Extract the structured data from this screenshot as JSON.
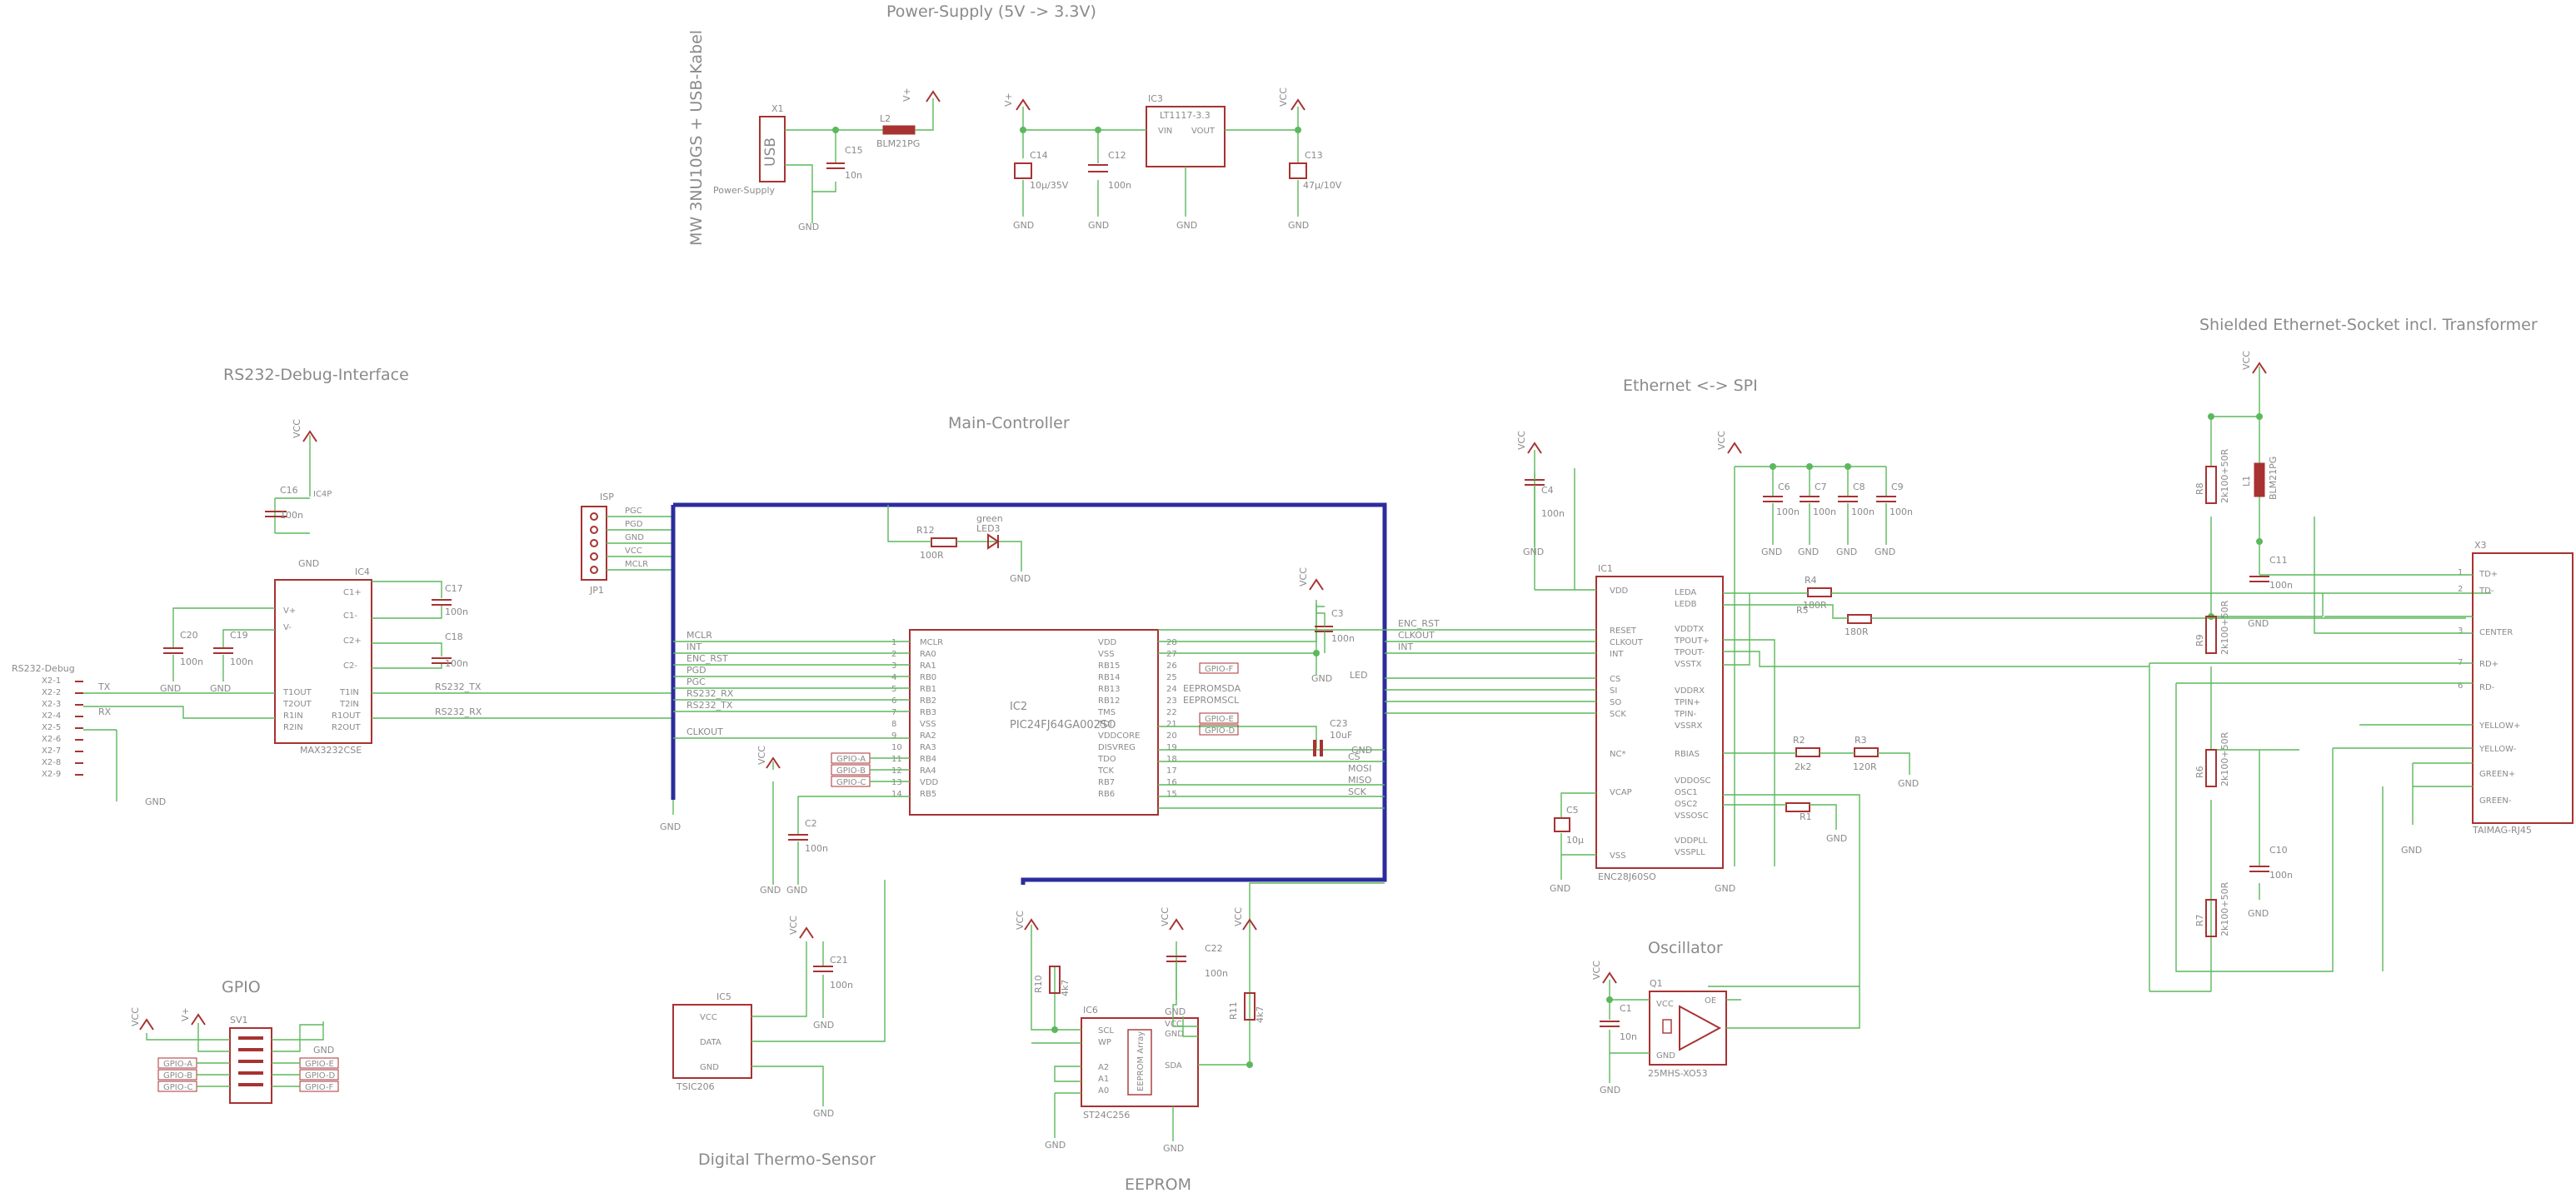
{
  "sections": {
    "power": "Power-Supply (5V -> 3.3V)",
    "rs232": "RS232-Debug-Interface",
    "main": "Main-Controller",
    "ethernet": "Ethernet <-> SPI",
    "socket": "Shielded Ethernet-Socket incl. Transformer",
    "gpio": "GPIO",
    "thermo": "Digital Thermo-Sensor",
    "eeprom": "EEPROM",
    "osc": "Oscillator",
    "usb_note": "MW 3NU10GS + USB-Kabel"
  },
  "power_parts": {
    "x1": "X1",
    "usb": "USB",
    "ps_label": "Power-Supply",
    "c15": "C15",
    "c15_val": "10n",
    "l2": "L2",
    "l2_val": "BLM21PG",
    "ic3": "IC3",
    "ic3_val": "LT1117-3.3",
    "vin": "VIN",
    "vout": "VOUT",
    "gnd_pin": "GND",
    "c14": "C14",
    "c14_val": "10µ/35V",
    "c12": "C12",
    "c12_val": "100n",
    "c13": "C13",
    "c13_val": "47µ/10V"
  },
  "rs232_parts": {
    "ic4": "IC4",
    "ic4_val": "MAX3232CSE",
    "ic4p": "IC4P",
    "c16": "C16",
    "c16_val": "100n",
    "c17": "C17",
    "c17_val": "100n",
    "c18": "C18",
    "c18_val": "100n",
    "c19": "C19",
    "c19_val": "100n",
    "c20": "C20",
    "c20_val": "100n",
    "pins_left": [
      "V+",
      "V-",
      "T1OUT",
      "T2OUT",
      "R1IN",
      "R2IN"
    ],
    "pins_right": [
      "C1+",
      "C1-",
      "C2+",
      "C2-",
      "T1IN",
      "T2IN",
      "R1OUT",
      "R2OUT"
    ],
    "net_tx": "RS232_TX",
    "net_rx": "RS232_RX",
    "conn_title": "RS232-Debug",
    "conn_pins": [
      "X2-1",
      "X2-2",
      "X2-3",
      "X2-4",
      "X2-5",
      "X2-6",
      "X2-7",
      "X2-8",
      "X2-9"
    ],
    "tx": "TX",
    "rx": "RX"
  },
  "isp": {
    "title": "ISP",
    "jp": "JP1",
    "pins": [
      "PGC",
      "PGD",
      "GND",
      "VCC",
      "MCLR"
    ]
  },
  "main_parts": {
    "ic2": "IC2",
    "ic2_val": "PIC24FJ64GA002SO",
    "left_pins": [
      "MCLR",
      "RA0",
      "RA1",
      "RB0",
      "RB1",
      "RB2",
      "RB3",
      "VSS",
      "RA2",
      "RA3",
      "RB4",
      "RA4",
      "VDD",
      "RB5"
    ],
    "left_nums": [
      "1",
      "2",
      "3",
      "4",
      "5",
      "6",
      "7",
      "8",
      "9",
      "10",
      "11",
      "12",
      "13",
      "14"
    ],
    "right_pins": [
      "VDD",
      "VSS",
      "RB15",
      "RB14",
      "RB13",
      "RB12",
      "TMS",
      "TDI",
      "VDDCORE",
      "DISVREG",
      "TDO",
      "TCK",
      "RB7",
      "RB6"
    ],
    "right_nums": [
      "28",
      "27",
      "26",
      "25",
      "24",
      "23",
      "22",
      "21",
      "20",
      "19",
      "18",
      "17",
      "16",
      "15"
    ],
    "left_nets": [
      "MCLR",
      "INT",
      "ENC_RST",
      "PGD",
      "PGC",
      "RS232_RX",
      "RS232_TX",
      "",
      "CLKOUT"
    ],
    "right_nets": [
      "ENC_RST",
      "CLKOUT",
      "INT",
      "LED",
      "CS",
      "MOSI",
      "MISO",
      "SCK"
    ],
    "spi_nets": [
      "EEPROMSDA",
      "EEPROMSCL"
    ],
    "gpio_tags_left": [
      "GPIO-A",
      "GPIO-B",
      "GPIO-C"
    ],
    "gpio_tags_right": [
      "GPIO-F",
      "GPIO-E",
      "GPIO-D"
    ],
    "r12": "R12",
    "r12_val": "100R",
    "led": "LED3",
    "led_col": "green",
    "c3": "C3",
    "c3_val": "100n",
    "c2": "C2",
    "c2_val": "100n",
    "c23": "C23",
    "c23_val": "10uF"
  },
  "eth_parts": {
    "ic1": "IC1",
    "ic1_val": "ENC28J60SO",
    "left_pins": [
      "VDD",
      "RESET",
      "CLKOUT",
      "INT",
      "CS",
      "SI",
      "SO",
      "SCK",
      "NC*",
      "VCAP",
      "VSS"
    ],
    "right_pins": [
      "LEDA",
      "LEDB",
      "VDDTX",
      "TPOUT+",
      "TPOUT-",
      "VSSTX",
      "VDDRX",
      "TPIN+",
      "TPIN-",
      "VSSRX",
      "RBIAS",
      "VDDOSC",
      "OSC1",
      "OSC2",
      "VSSOSC",
      "VDDPLL",
      "VSSPLL"
    ],
    "c4": "C4",
    "c4_val": "100n",
    "c5": "C5",
    "c5_val": "10µ",
    "c6": "C6",
    "c7": "C7",
    "c8": "C8",
    "c9": "C9",
    "cap_val": "100n",
    "r4": "R4",
    "r4_val": "180R",
    "r5": "R5",
    "r5_val": "180R",
    "r2": "R2",
    "r2_val": "2k2",
    "r3": "R3",
    "r3_val": "120R",
    "r1": "R1"
  },
  "socket_parts": {
    "x3": "X3",
    "x3_val": "TAIMAG-RJ45",
    "pins": [
      "TD+",
      "TD-",
      "CENTER",
      "RD+",
      "RD-",
      "YELLOW+",
      "YELLOW-",
      "GREEN+",
      "GREEN-"
    ],
    "pin_nums": [
      "1",
      "2",
      "3",
      "7",
      "6",
      "",
      "",
      "",
      ""
    ],
    "r8": "R8",
    "r9": "R9",
    "r6": "R6",
    "r7": "R7",
    "r_val": "2k100+50R",
    "l1": "L1",
    "l1_val": "BLM21PG",
    "c11": "C11",
    "c10": "C10",
    "c_val": "100n"
  },
  "gpio_parts": {
    "sv1": "SV1",
    "tags_left": [
      "GPIO-A",
      "GPIO-B",
      "GPIO-C"
    ],
    "tags_right": [
      "GPIO-E",
      "GPIO-D",
      "GPIO-F"
    ]
  },
  "thermo_parts": {
    "ic5": "IC5",
    "ic5_val": "TSIC206",
    "pins": [
      "VCC",
      "DATA",
      "GND"
    ],
    "c21": "C21",
    "c21_val": "100n"
  },
  "eeprom_parts": {
    "ic6": "IC6",
    "ic6_val": "ST24C256",
    "pins": [
      "SCL",
      "WP",
      "A2",
      "A1",
      "A0"
    ],
    "sda": "SDA",
    "gnd": "GND",
    "vcc": "VCC",
    "array": "EEPROM Array",
    "r10": "R10",
    "r10_val": "4k7",
    "r11": "R11",
    "r11_val": "4k7",
    "c22": "C22",
    "c22_val": "100n"
  },
  "osc_parts": {
    "q1": "Q1",
    "q1_val": "25MHS-XO53",
    "c1": "C1",
    "c1_val": "10n",
    "pins": [
      "VCC",
      "OE",
      "GND"
    ]
  },
  "power_labels": {
    "vcc": "VCC",
    "gnd": "GND",
    "vplus": "V+"
  },
  "colors": {
    "wire": "#5cb85c",
    "symbol": "#a83232",
    "bus": "#2c2c9e",
    "text": "#8a8a8a"
  }
}
